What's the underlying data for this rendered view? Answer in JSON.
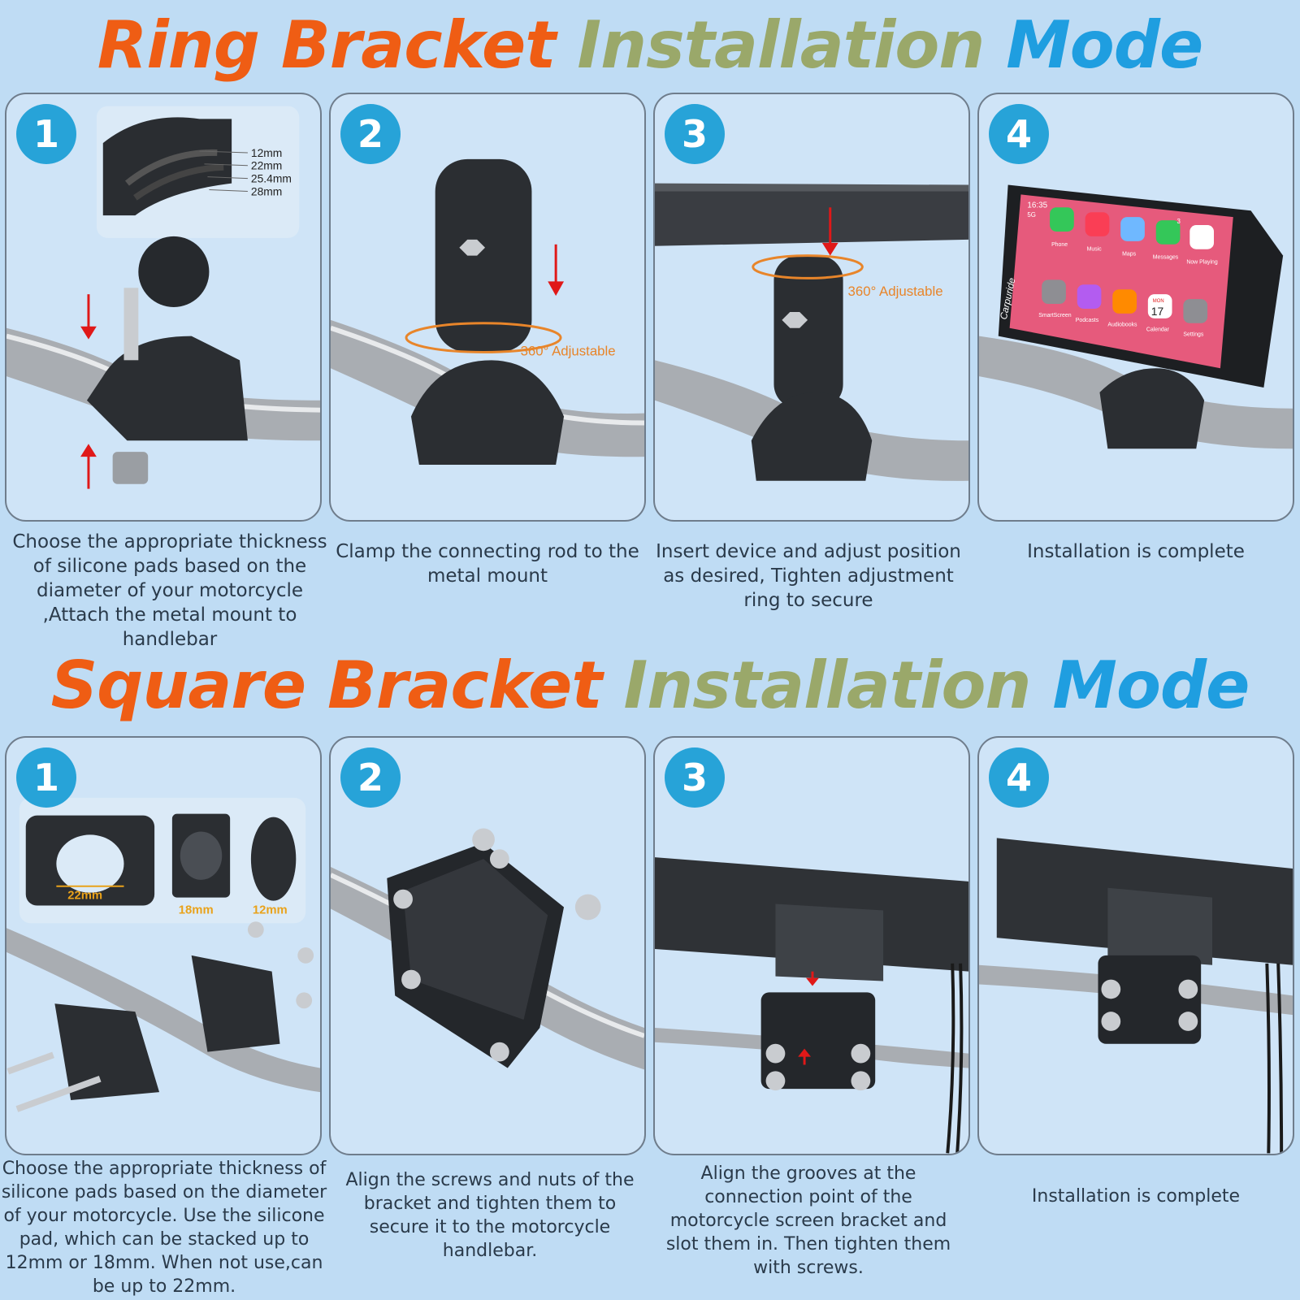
{
  "ring_mode": {
    "title_part1": "Ring Bracket",
    "title_part2": "Installation",
    "title_part3": "Mode",
    "steps": [
      {
        "number": "1",
        "caption": "Choose the appropriate thickness of silicone pads based on the diameter of your motorcycle ,Attach the metal mount to handlebar",
        "sizes": [
          "12mm",
          "22mm",
          "25.4mm",
          "28mm"
        ]
      },
      {
        "number": "2",
        "caption": "Clamp the connecting rod to the metal mount",
        "adjust_label": "360° Adjustable"
      },
      {
        "number": "3",
        "caption": "Insert device and adjust position as desired, Tighten adjustment ring to secure",
        "adjust_label": "360° Adjustable"
      },
      {
        "number": "4",
        "caption": "Installation is complete",
        "screen": {
          "status_time": "16:35",
          "status_net": "5G",
          "brand": "Carpuride",
          "apps": [
            "Phone",
            "Music",
            "Maps",
            "Messages",
            "Now Playing",
            "SmartScreen",
            "Podcasts",
            "Audiobooks",
            "Calendar",
            "Settings"
          ],
          "calendar_day": "MON",
          "calendar_date": "17",
          "messages_badge": "3"
        }
      }
    ]
  },
  "square_mode": {
    "title_part1": "Square Bracket",
    "title_part2": "Installation",
    "title_part3": "Mode",
    "steps": [
      {
        "number": "1",
        "caption": "Choose the appropriate thickness of silicone pads based on the diameter of your motorcycle. Use the silicone pad, which can be stacked up to 12mm or 18mm. When not use,can be up to 22mm.",
        "sizes": [
          "22mm",
          "18mm",
          "12mm"
        ]
      },
      {
        "number": "2",
        "caption": "Align the screws and nuts of the bracket and tighten them to secure it to the motorcycle handlebar."
      },
      {
        "number": "3",
        "caption": "Align the grooves at the connection point of the motorcycle screen bracket and slot them in. Then tighten them with screws."
      },
      {
        "number": "4",
        "caption": "Installation is complete"
      }
    ]
  },
  "colors": {
    "background": "#bfdcf4",
    "badge": "#27a3d8",
    "title_orange": "#ef5d14",
    "title_olive": "#9aa86a",
    "title_blue": "#1f9ee0",
    "arrow_red": "#e01818",
    "adjust_orange": "#e8852a"
  }
}
